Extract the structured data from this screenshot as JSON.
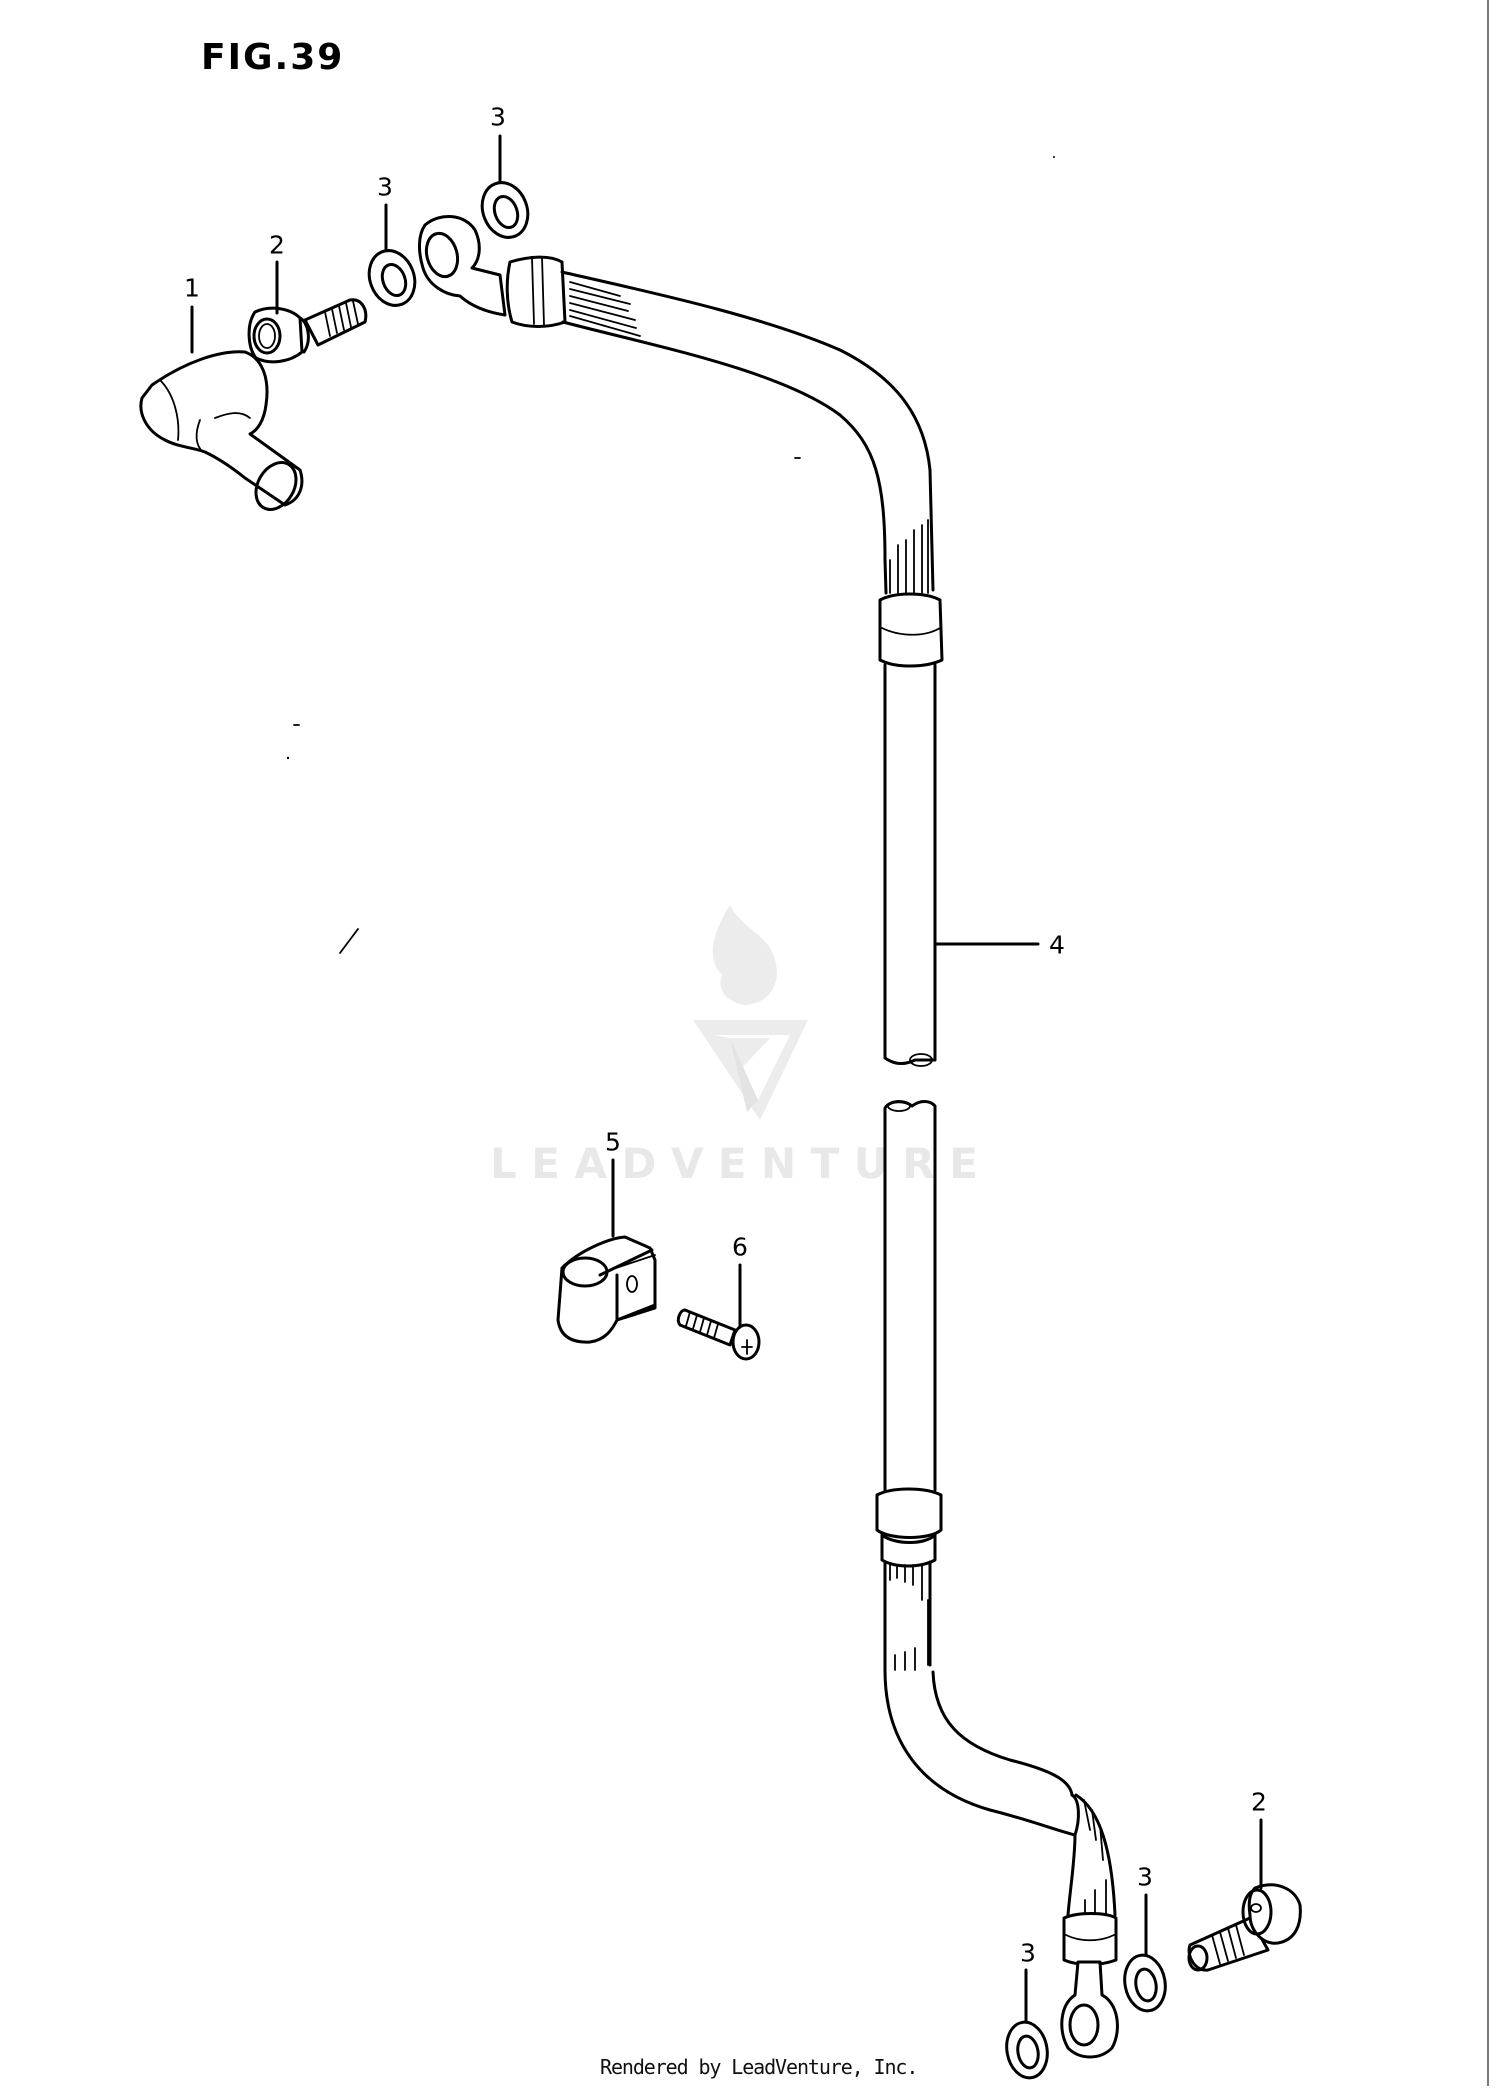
{
  "figure": {
    "title": "FIG.39"
  },
  "callouts": [
    {
      "id": "c1",
      "label": "1",
      "part": "rubber-cap"
    },
    {
      "id": "c2a",
      "label": "2",
      "part": "union-bolt-upper"
    },
    {
      "id": "c3a",
      "label": "3",
      "part": "gasket-upper-inner"
    },
    {
      "id": "c3b",
      "label": "3",
      "part": "gasket-upper-outer"
    },
    {
      "id": "c4",
      "label": "4",
      "part": "brake-hose"
    },
    {
      "id": "c5",
      "label": "5",
      "part": "hose-clamp"
    },
    {
      "id": "c6",
      "label": "6",
      "part": "clamp-screw"
    },
    {
      "id": "c2b",
      "label": "2",
      "part": "union-bolt-lower"
    },
    {
      "id": "c3c",
      "label": "3",
      "part": "gasket-lower-right"
    },
    {
      "id": "c3d",
      "label": "3",
      "part": "gasket-lower-left"
    }
  ],
  "watermark": {
    "text": "LEADVENTURE"
  },
  "footer": {
    "text": "Rendered by LeadVenture, Inc."
  }
}
